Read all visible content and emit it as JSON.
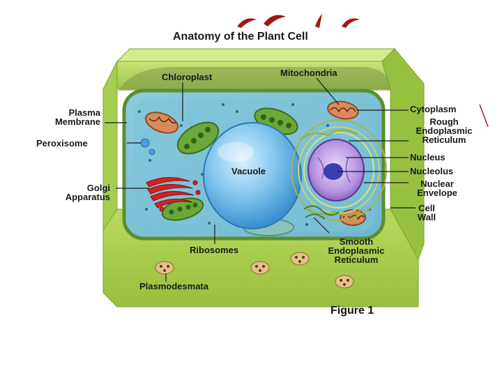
{
  "title": "Anatomy of the Plant Cell",
  "figure_caption": "Figure 1",
  "labels": {
    "chloroplast": "Chloroplast",
    "mitochondria": "Mitochondria",
    "plasma_membrane": [
      "Plasma",
      "Membrane"
    ],
    "peroxisome": "Peroxisome",
    "golgi": [
      "Golgi",
      "Apparatus"
    ],
    "vacuole": "Vacuole",
    "ribosomes": "Ribosomes",
    "plasmodesmata": "Plasmodesmata",
    "cytoplasm": "Cytoplasm",
    "rough_er": [
      "Rough",
      "Endoplasmic",
      "Reticulum"
    ],
    "nucleus": "Nucleus",
    "nucleolus": "Nucleolus",
    "nuclear_envelope": [
      "Nuclear",
      "Envelope"
    ],
    "cell_wall": [
      "Cell",
      "Wall"
    ],
    "smooth_er": [
      "Smooth",
      "Endoplasmic",
      "Reticulum"
    ]
  },
  "colors": {
    "cell_wall": "#a9cc4a",
    "cell_wall_dark": "#7ea22c",
    "cytoplasm": "#7ec3d6",
    "vacuole": "#5fb0e0",
    "chloroplast": "#6aa83a",
    "mitochondria": "#d98a5a",
    "golgi": "#d62020",
    "nucleus": "#b08ad8",
    "nucleolus": "#3a3fb0",
    "accent_swoosh": "#a01812"
  }
}
